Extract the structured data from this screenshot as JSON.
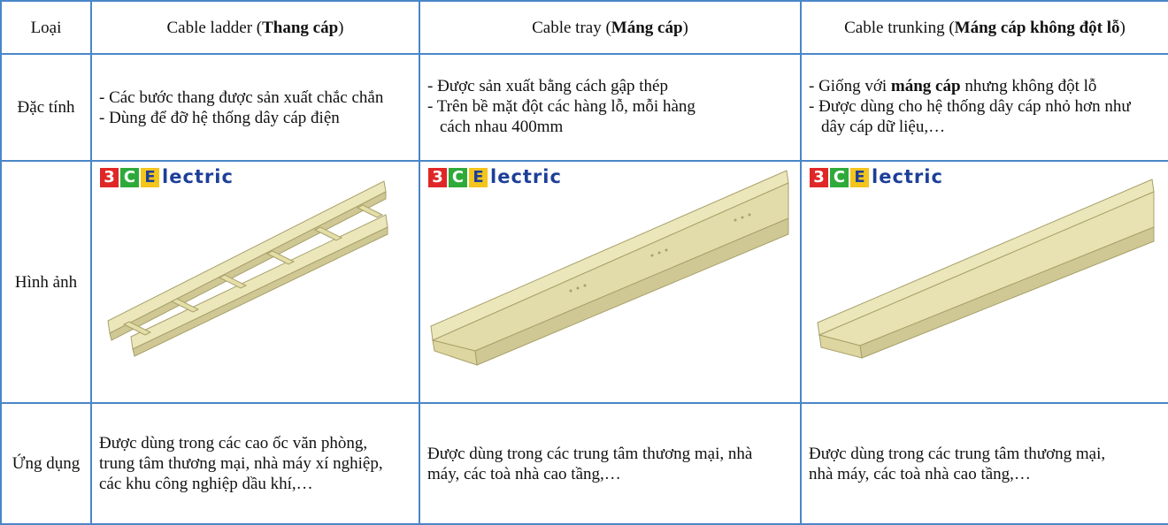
{
  "header": {
    "col0": "Loại",
    "col1_main": "Cable ladder (",
    "col1_bold": "Thang cáp",
    "col1_end": ")",
    "col2_main": "Cable tray (",
    "col2_bold": "Máng cáp",
    "col2_end": ")",
    "col3_main": "Cable trunking (",
    "col3_bold": "Máng cáp không đột lỗ",
    "col3_end": ")"
  },
  "rows": {
    "features_label": "Đặc tính",
    "images_label": "Hình ảnh",
    "usage_label": "Ứng dụng"
  },
  "features": {
    "ladder_line1": "- Các bước thang được sản xuất chắc chắn",
    "ladder_line2": "- Dùng để đỡ hệ thống dây cáp điện",
    "tray_line1": "- Được sản xuất bằng cách gập thép",
    "tray_line2": "- Trên bề mặt đột các hàng lỗ, mỗi hàng",
    "tray_line3": "cách nhau 400mm",
    "trunking_line1_pre": "- Giống với ",
    "trunking_line1_bold": "máng cáp",
    "trunking_line1_post": " nhưng không đột lỗ",
    "trunking_line2": "- Được dùng cho hệ thống dây cáp nhỏ hơn như",
    "trunking_line3": "dây cáp dữ liệu,…"
  },
  "logo": {
    "d1": "3",
    "d2": "C",
    "d3": "E",
    "rest": "lectric"
  },
  "usage": {
    "ladder_line1": "Được dùng trong các cao ốc văn phòng,",
    "ladder_line2": "trung tâm thương mại, nhà máy xí nghiệp,",
    "ladder_line3": "các khu công nghiệp dầu khí,…",
    "tray_line1": "Được dùng trong các trung tâm thương mại, nhà",
    "tray_line2": "máy, các toà nhà cao tầng,…",
    "trunking_line1": "Được dùng trong các trung tâm thương mại,",
    "trunking_line2": "nhà máy, các toà nhà cao tầng,…"
  },
  "colors": {
    "border": "#4a86c8",
    "product": "#ece7ba",
    "product_shade": "#cfc894"
  }
}
